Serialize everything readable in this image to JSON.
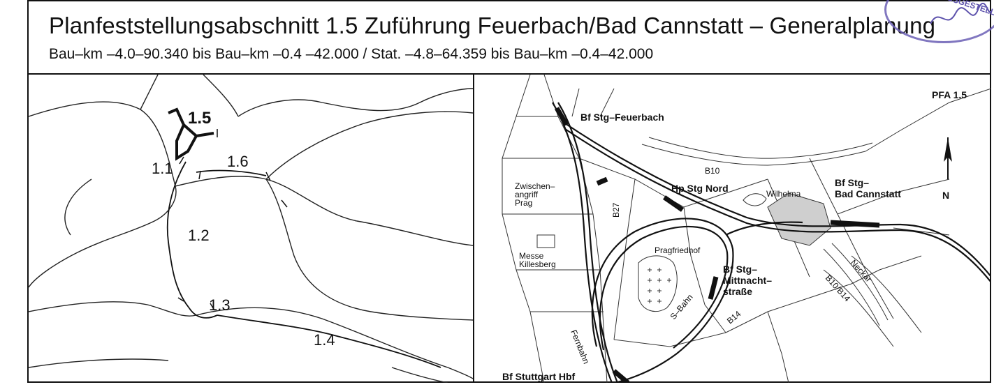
{
  "header": {
    "title": "Planfeststellungsabschnitt 1.5   Zuführung Feuerbach/Bad Cannstatt  –  Generalplanung",
    "subtitle": "Bau–km  –4.0–90.340  bis  Bau–km  –0.4  –42.000  /  Stat.    –4.8–64.359    bis  Bau–km  –0.4–42.000"
  },
  "overview_map": {
    "sections": {
      "s15": "1.5",
      "s11": "1.1",
      "s16": "1.6",
      "s12": "1.2",
      "s13": "1.3",
      "s14": "1.4"
    }
  },
  "detail_map": {
    "pfa_label": "PFA 1.5",
    "north": "N",
    "labels": {
      "feuerbach": "Bf Stg–Feuerbach",
      "b10_top": "B10",
      "nord": "Hp Stg Nord",
      "wilhelma": "Wilhelma",
      "cannstatt_1": "Bf Stg–",
      "cannstatt_2": "Bad Cannstatt",
      "zwischen_1": "Zwischen–",
      "zwischen_2": "angriff",
      "zwischen_3": "Prag",
      "b27": "B27",
      "pragfriedhof": "Pragfriedhof",
      "messe_1": "Messe",
      "messe_2": "Killesberg",
      "mitt_1": "Bf Stg–",
      "mitt_2": "Mittnacht–",
      "mitt_3": "straße",
      "neckar": "Neckar",
      "b10b14": "B10/B14",
      "b14": "B14",
      "sbahn": "S–Bahn",
      "fernbahn": "Fernbahn",
      "hbf": "Bf Stuttgart Hbf"
    }
  },
  "stamp": {
    "text": "AUSGESTELLT",
    "color": "#5f54ad"
  }
}
